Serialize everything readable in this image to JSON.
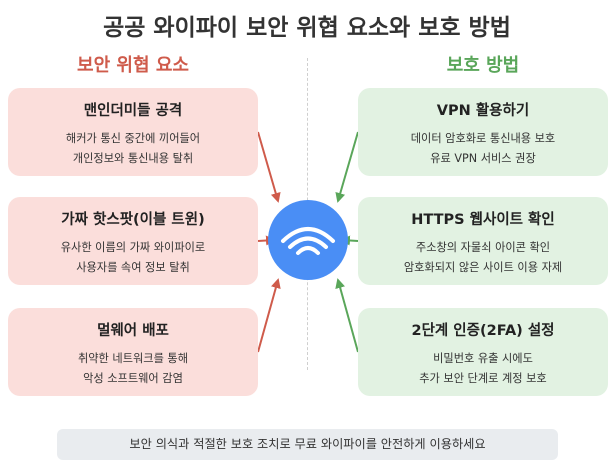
{
  "title": "공공 와이파이 보안 위협 요소와 보호 방법",
  "threats": {
    "heading": "보안 위협 요소",
    "color": "#cf5b4b",
    "cards": [
      {
        "title": "맨인더미들 공격",
        "lines": [
          "해커가 통신 중간에 끼어들어",
          "개인정보와 통신내용 탈취"
        ]
      },
      {
        "title": "가짜 핫스팟(이블 트윈)",
        "lines": [
          "유사한 이름의 가짜 와이파이로",
          "사용자를 속여 정보 탈취"
        ]
      },
      {
        "title": "멀웨어 배포",
        "lines": [
          "취약한 네트워크를 통해",
          "악성 소프트웨어 감염"
        ]
      }
    ]
  },
  "protections": {
    "heading": "보호 방법",
    "color": "#5aa65a",
    "cards": [
      {
        "title": "VPN 활용하기",
        "lines": [
          "데이터 암호화로 통신내용 보호",
          "유료 VPN 서비스 권장"
        ]
      },
      {
        "title": "HTTPS 웹사이트 확인",
        "lines": [
          "주소창의 자물쇠 아이콘 확인",
          "암호화되지 않은 사이트 이용 자제"
        ]
      },
      {
        "title": "2단계 인증(2FA) 설정",
        "lines": [
          "비밀번호 유출 시에도",
          "추가 보안 단계로 계정 보호"
        ]
      }
    ]
  },
  "center": {
    "icon": "wifi-icon",
    "color": "#4a8ef5"
  },
  "footer": "보안 의식과 적절한 보호 조치로 무료 와이파이를 안전하게 이용하세요"
}
